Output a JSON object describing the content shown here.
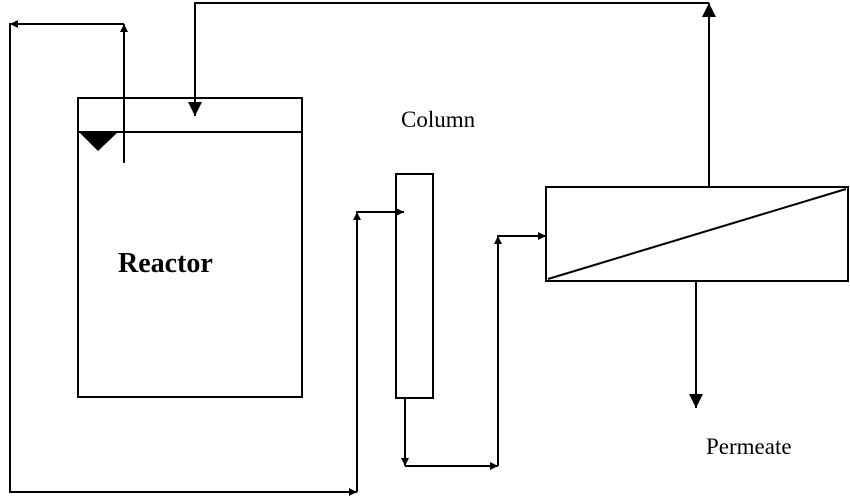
{
  "labels": {
    "reactor": "Reactor",
    "column": "Column",
    "permeate": "Permeate"
  },
  "colors": {
    "line": "#000000",
    "background": "#ffffff"
  }
}
